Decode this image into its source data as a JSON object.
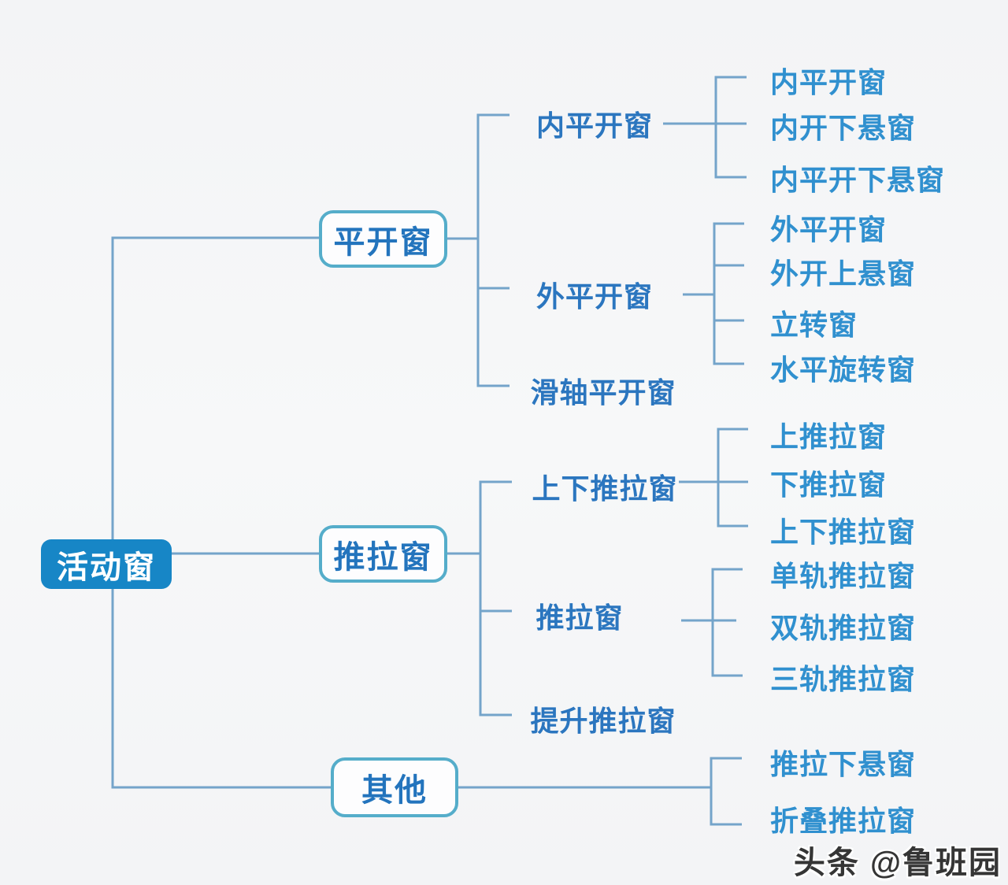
{
  "colors": {
    "bg": "#f4f5f7",
    "line": "#74a4ca",
    "box-border": "#55adca",
    "box-text": "#2374bd",
    "root-fill": "#1786c6",
    "root-text": "#ffffff",
    "branch-text": "#2b76bf",
    "leaf-text": "#3090cf",
    "watermark-text": "#353535"
  },
  "tree": {
    "root": {
      "label": "活动窗"
    },
    "branches": [
      {
        "label": "平开窗",
        "groups": [
          {
            "label": "内平开窗",
            "leaves": [
              "内平开窗",
              "内开下悬窗",
              "内平开下悬窗"
            ]
          },
          {
            "label": "外平开窗",
            "leaves": [
              "外平开窗",
              "外开上悬窗",
              "立转窗",
              "水平旋转窗"
            ]
          },
          {
            "label": "滑轴平开窗",
            "leaves": []
          }
        ]
      },
      {
        "label": "推拉窗",
        "groups": [
          {
            "label": "上下推拉窗",
            "leaves": [
              "上推拉窗",
              "下推拉窗",
              "上下推拉窗"
            ]
          },
          {
            "label": "推拉窗",
            "leaves": [
              "单轨推拉窗",
              "双轨推拉窗",
              "三轨推拉窗"
            ]
          },
          {
            "label": "提升推拉窗",
            "leaves": []
          }
        ]
      },
      {
        "label": "其他",
        "leaves": [
          "推拉下悬窗",
          "折叠推拉窗"
        ]
      }
    ]
  },
  "watermark": "头条 @鲁班园"
}
